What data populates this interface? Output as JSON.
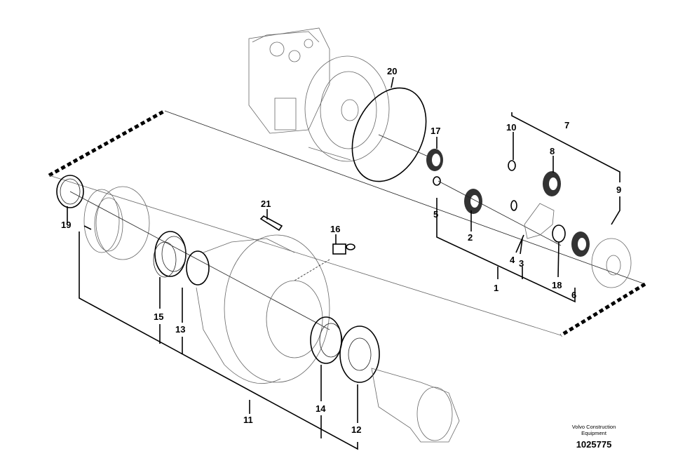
{
  "callouts": [
    "1",
    "2",
    "3",
    "4",
    "5",
    "6",
    "7",
    "8",
    "9",
    "10",
    "11",
    "12",
    "13",
    "14",
    "15",
    "16",
    "17",
    "18",
    "19",
    "20",
    "21"
  ],
  "footer": {
    "brand_line1": "Volvo Construction",
    "brand_line2": "Equipment",
    "doc_number": "1025775"
  }
}
